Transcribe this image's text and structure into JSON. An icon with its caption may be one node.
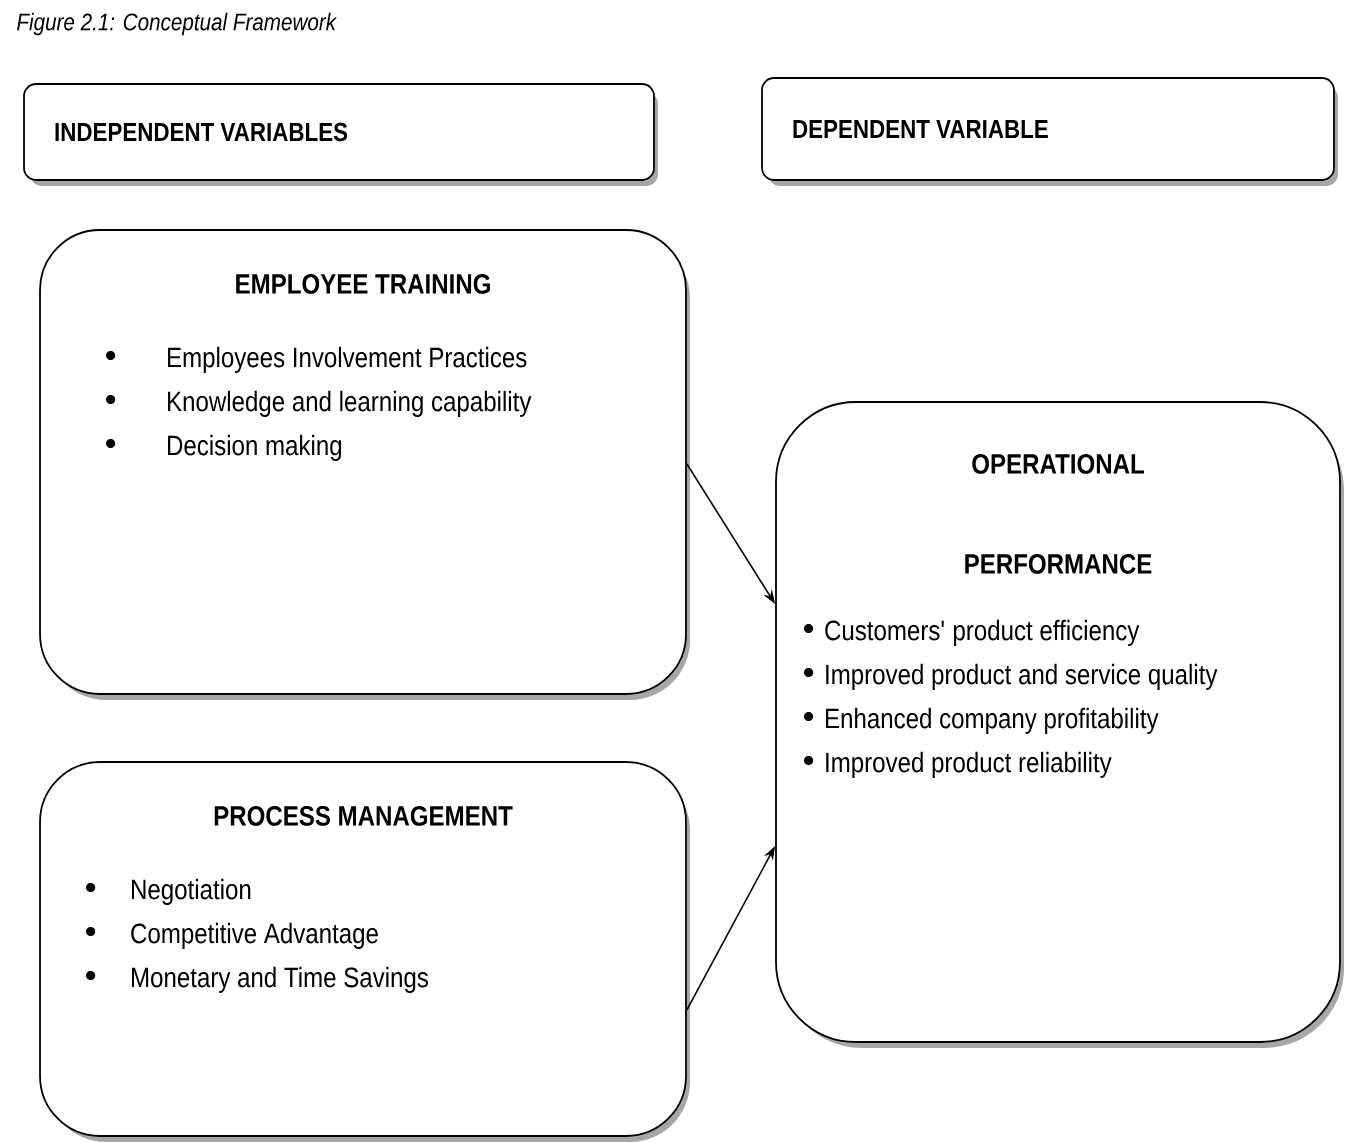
{
  "diagram": {
    "title": "Figure 2.1: Conceptual Framework",
    "nodes": [
      {
        "text": [
          "INDEPENDENT VARIABLES"
        ]
      },
      {
        "text": [
          "DEPENDENT VARIABLE"
        ]
      },
      {
        "text": [
          "EMPLOYEE TRAINING",
          "Employees Involvement Practices",
          "Knowledge and learning capability",
          "Decision making"
        ]
      },
      {
        "text": [
          "PROCESS MANAGEMENT",
          "Negotiation",
          "Competitive Advantage",
          "Monetary and Time Savings"
        ]
      },
      {
        "text": [
          "OPERATIONAL PERFORMANCE",
          "Customers' product efficiency",
          "Improved product and service quality",
          "Enhanced company profitability",
          "Improved product reliability"
        ]
      }
    ],
    "edges": [
      {
        "from": 2,
        "to": 4,
        "arrow": "to"
      },
      {
        "from": 3,
        "to": 4,
        "arrow": "to"
      }
    ]
  }
}
